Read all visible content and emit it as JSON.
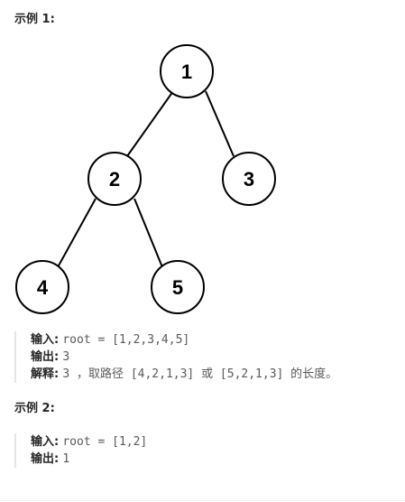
{
  "example1": {
    "heading": "示例 1:",
    "tree": {
      "nodes": [
        "1",
        "2",
        "3",
        "4",
        "5"
      ]
    },
    "input_label": "输入:",
    "input_value": "root = [1,2,3,4,5]",
    "output_label": "输出:",
    "output_value": "3",
    "explain_label": "解释:",
    "explain_value": "3 ，取路径 [4,2,1,3] 或 [5,2,1,3] 的长度。"
  },
  "example2": {
    "heading": "示例 2:",
    "input_label": "输入:",
    "input_value": "root = [1,2]",
    "output_label": "输出:",
    "output_value": "1"
  }
}
